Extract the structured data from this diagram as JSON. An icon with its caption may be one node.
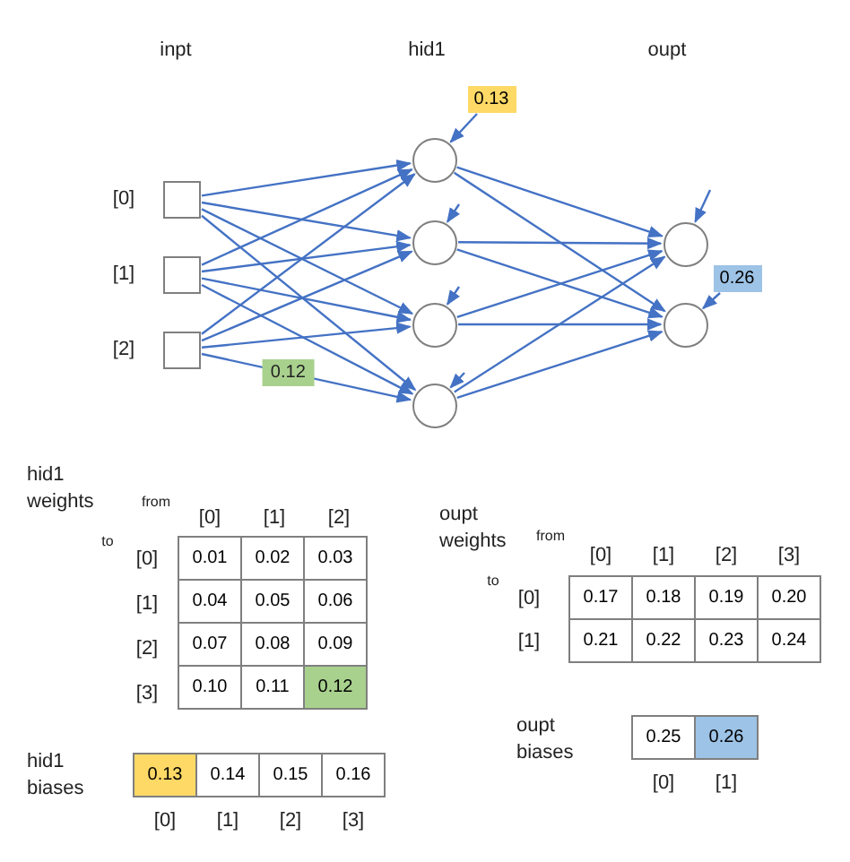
{
  "diagram": {
    "nodes": [
      {
        "text": [],
        "shape": "box",
        "beside": [
          "[0]"
        ]
      },
      {
        "text": [],
        "shape": "box",
        "beside": [
          "[1]"
        ]
      },
      {
        "text": [],
        "shape": "box",
        "beside": [
          "[2]"
        ]
      },
      {
        "text": [],
        "shape": "circle"
      },
      {
        "text": [],
        "shape": "circle"
      },
      {
        "text": [],
        "shape": "circle"
      },
      {
        "text": [],
        "shape": "circle"
      },
      {
        "text": [],
        "shape": "circle"
      },
      {
        "text": [],
        "shape": "circle"
      },
      {
        "text": [
          "0.13"
        ]
      },
      {
        "text": [
          "0.26"
        ]
      }
    ],
    "edges": [
      {
        "from": 0,
        "to": 3,
        "arrow": "to"
      },
      {
        "from": 0,
        "to": 4,
        "arrow": "to"
      },
      {
        "from": 0,
        "to": 5,
        "arrow": "to"
      },
      {
        "from": 0,
        "to": 6,
        "arrow": "to"
      },
      {
        "from": 1,
        "to": 3,
        "arrow": "to"
      },
      {
        "from": 1,
        "to": 4,
        "arrow": "to"
      },
      {
        "from": 1,
        "to": 5,
        "arrow": "to"
      },
      {
        "from": 1,
        "to": 6,
        "arrow": "to"
      },
      {
        "from": 2,
        "to": 3,
        "arrow": "to"
      },
      {
        "from": 2,
        "to": 4,
        "arrow": "to"
      },
      {
        "from": 2,
        "to": 5,
        "arrow": "to"
      },
      {
        "from": 2,
        "to": 6,
        "arrow": "to",
        "label": "0.12"
      },
      {
        "from": 3,
        "to": 7,
        "arrow": "to"
      },
      {
        "from": 3,
        "to": 8,
        "arrow": "to"
      },
      {
        "from": 4,
        "to": 7,
        "arrow": "to"
      },
      {
        "from": 4,
        "to": 8,
        "arrow": "to"
      },
      {
        "from": 5,
        "to": 7,
        "arrow": "to"
      },
      {
        "from": 5,
        "to": 8,
        "arrow": "to"
      },
      {
        "from": 6,
        "to": 7,
        "arrow": "to"
      },
      {
        "from": 6,
        "to": 8,
        "arrow": "to"
      },
      {
        "from": 9,
        "to": 3,
        "arrow": "to"
      },
      {
        "from": null,
        "to": 4,
        "arrow": "to"
      },
      {
        "from": null,
        "to": 5,
        "arrow": "to"
      },
      {
        "from": null,
        "to": 6,
        "arrow": "to"
      },
      {
        "from": null,
        "to": 7,
        "arrow": "to"
      },
      {
        "from": 10,
        "to": 8,
        "arrow": "to"
      }
    ],
    "labels": [
      "inpt",
      "hid1",
      "oupt",
      "hid1 weights",
      "from",
      "[0]",
      "[1]",
      "[2]",
      "to",
      "[0]",
      "0.01",
      "0.02",
      "0.03",
      "[1]",
      "0.04",
      "0.05",
      "0.06",
      "[2]",
      "0.07",
      "0.08",
      "0.09",
      "[3]",
      "0.10",
      "0.11",
      "0.12",
      "oupt weights",
      "from",
      "[0]",
      "[1]",
      "[2]",
      "[3]",
      "to",
      "[0]",
      "0.17",
      "0.18",
      "0.19",
      "0.20",
      "[1]",
      "0.21",
      "0.22",
      "0.23",
      "0.24",
      "hid1 biases",
      "0.13",
      "0.14",
      "0.15",
      "0.16",
      "[0]",
      "[1]",
      "[2]",
      "[3]",
      "oupt biases",
      "0.25",
      "0.26",
      "[0]",
      "[1]"
    ]
  }
}
